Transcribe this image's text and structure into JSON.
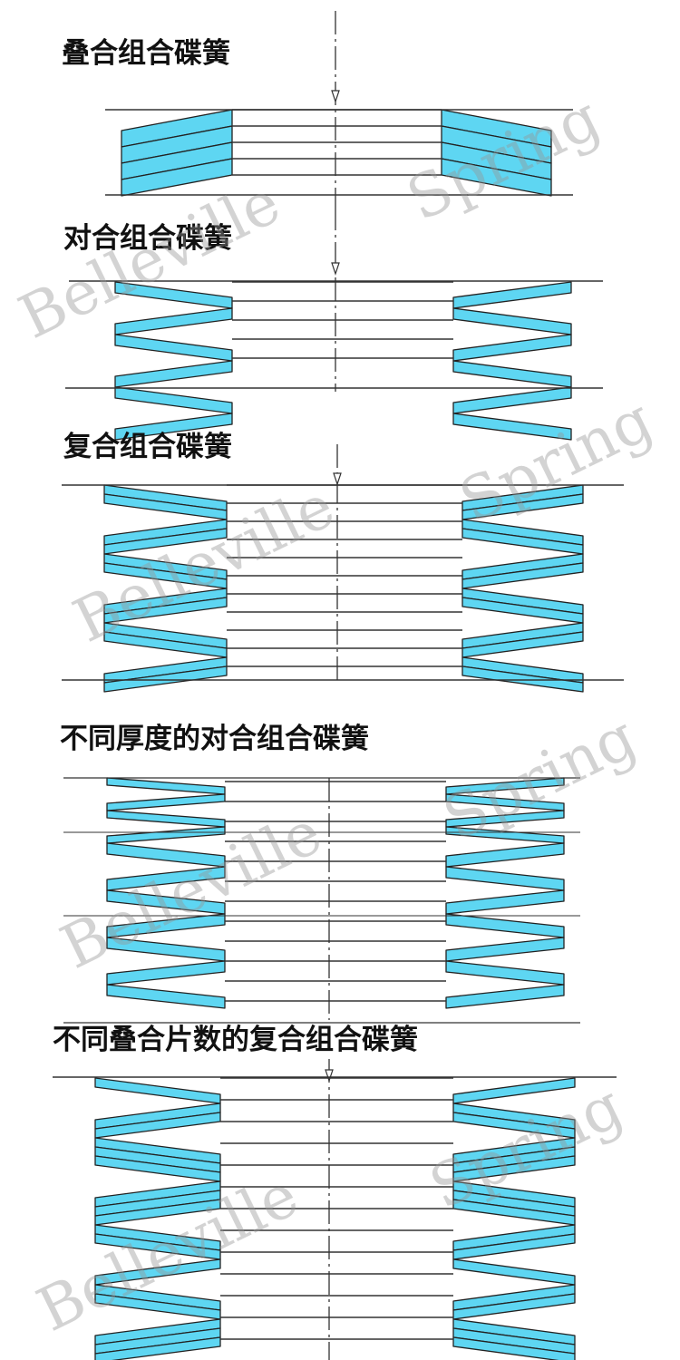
{
  "sections": [
    {
      "title": "叠合组合碟簧",
      "kind": "stacked"
    },
    {
      "title": "对合组合碟簧",
      "kind": "opposed"
    },
    {
      "title": "复合组合碟簧",
      "kind": "compound"
    },
    {
      "title": "不同厚度的对合组合碟簧",
      "kind": "opposed-varied-thickness"
    },
    {
      "title": "不同叠合片数的复合组合碟簧",
      "kind": "compound-varied-count"
    }
  ],
  "watermarks": [
    "Spring",
    "Belleville",
    "Spring",
    "Belleville",
    "Spring",
    "Belleville",
    "Spring",
    "Belleville"
  ],
  "colors": {
    "disc_fill": "#5ed6f2",
    "outline": "#222222",
    "line": "#333333",
    "watermark": "#9a9a9a"
  }
}
